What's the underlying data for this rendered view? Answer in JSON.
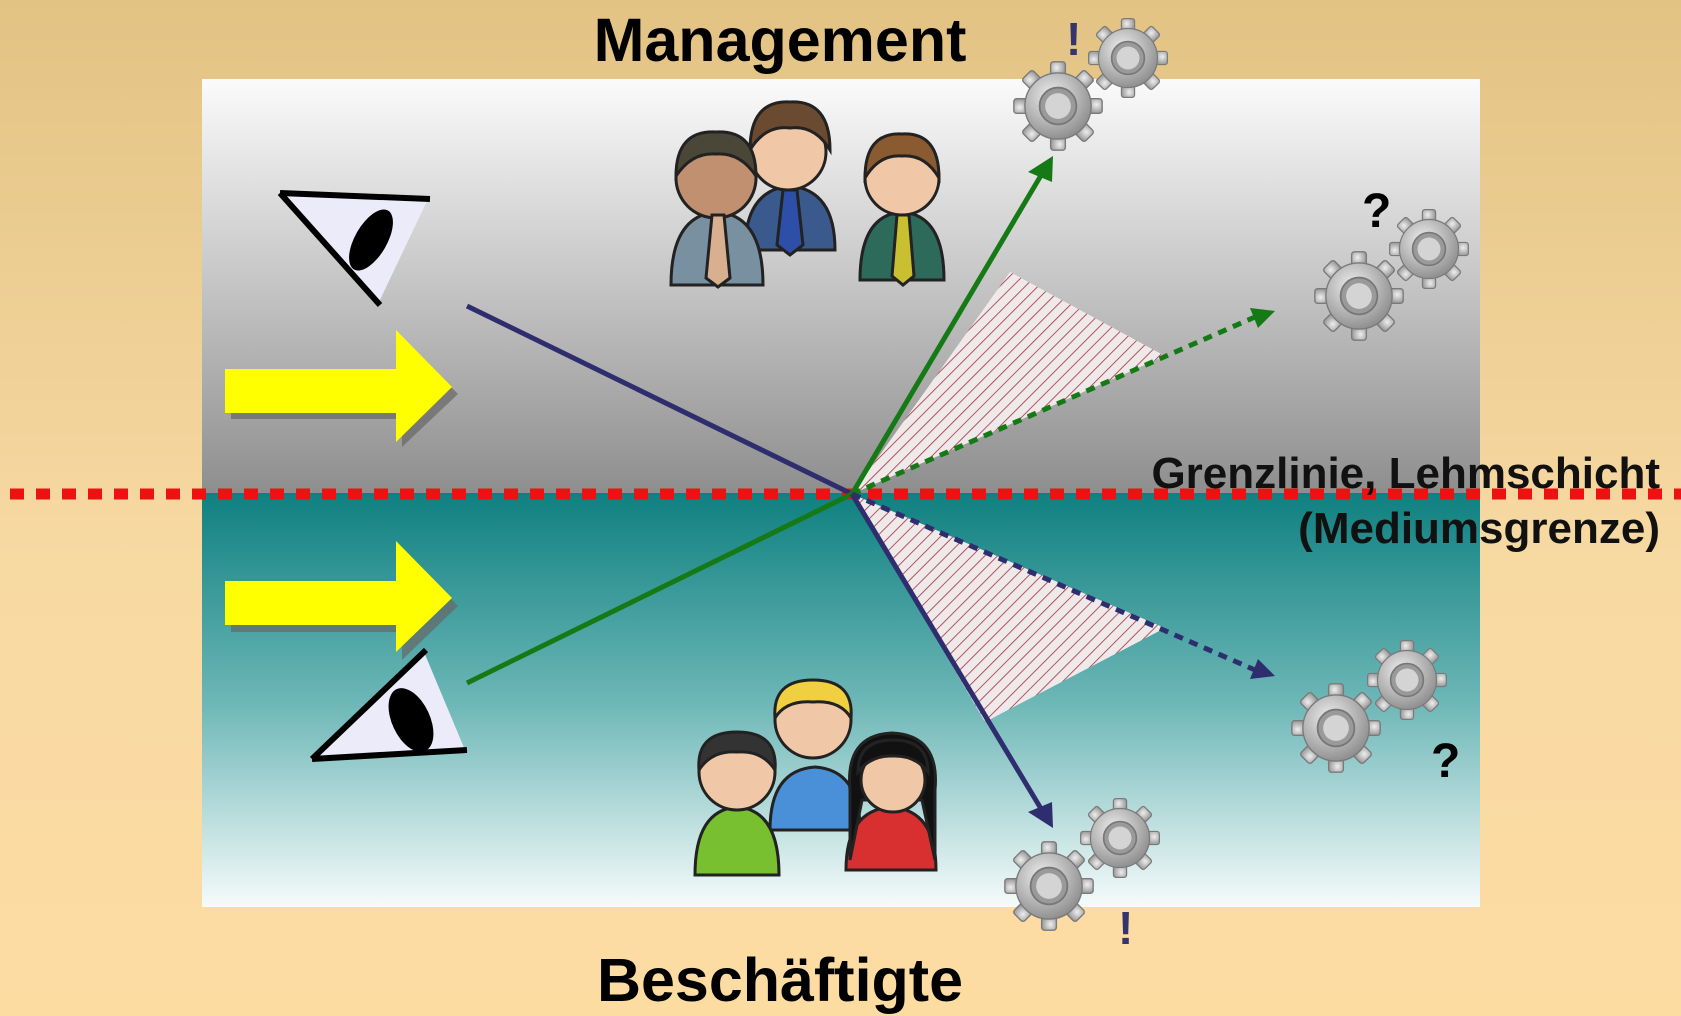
{
  "titles": {
    "top": "Management",
    "bottom": "Beschäftigte"
  },
  "boundary": {
    "line1": "Grenzlinie, Lehmschicht",
    "line2": "(Mediumsgrenze)"
  },
  "marks": {
    "top_exclaim": "!",
    "upper_question": "?",
    "lower_question": "?",
    "bottom_exclaim": "!"
  },
  "colors": {
    "upper_region": "#b8b8b8",
    "lower_region": "#1f8b8b",
    "boundary_line": "#ee1111",
    "green_ray": "#157a15",
    "navy_ray": "#2e2e6e",
    "arrow": "#ffff00"
  },
  "icons": [
    "eye-icon",
    "management-group-icon",
    "employees-group-icon",
    "gears-icon",
    "yellow-arrow-icon"
  ]
}
